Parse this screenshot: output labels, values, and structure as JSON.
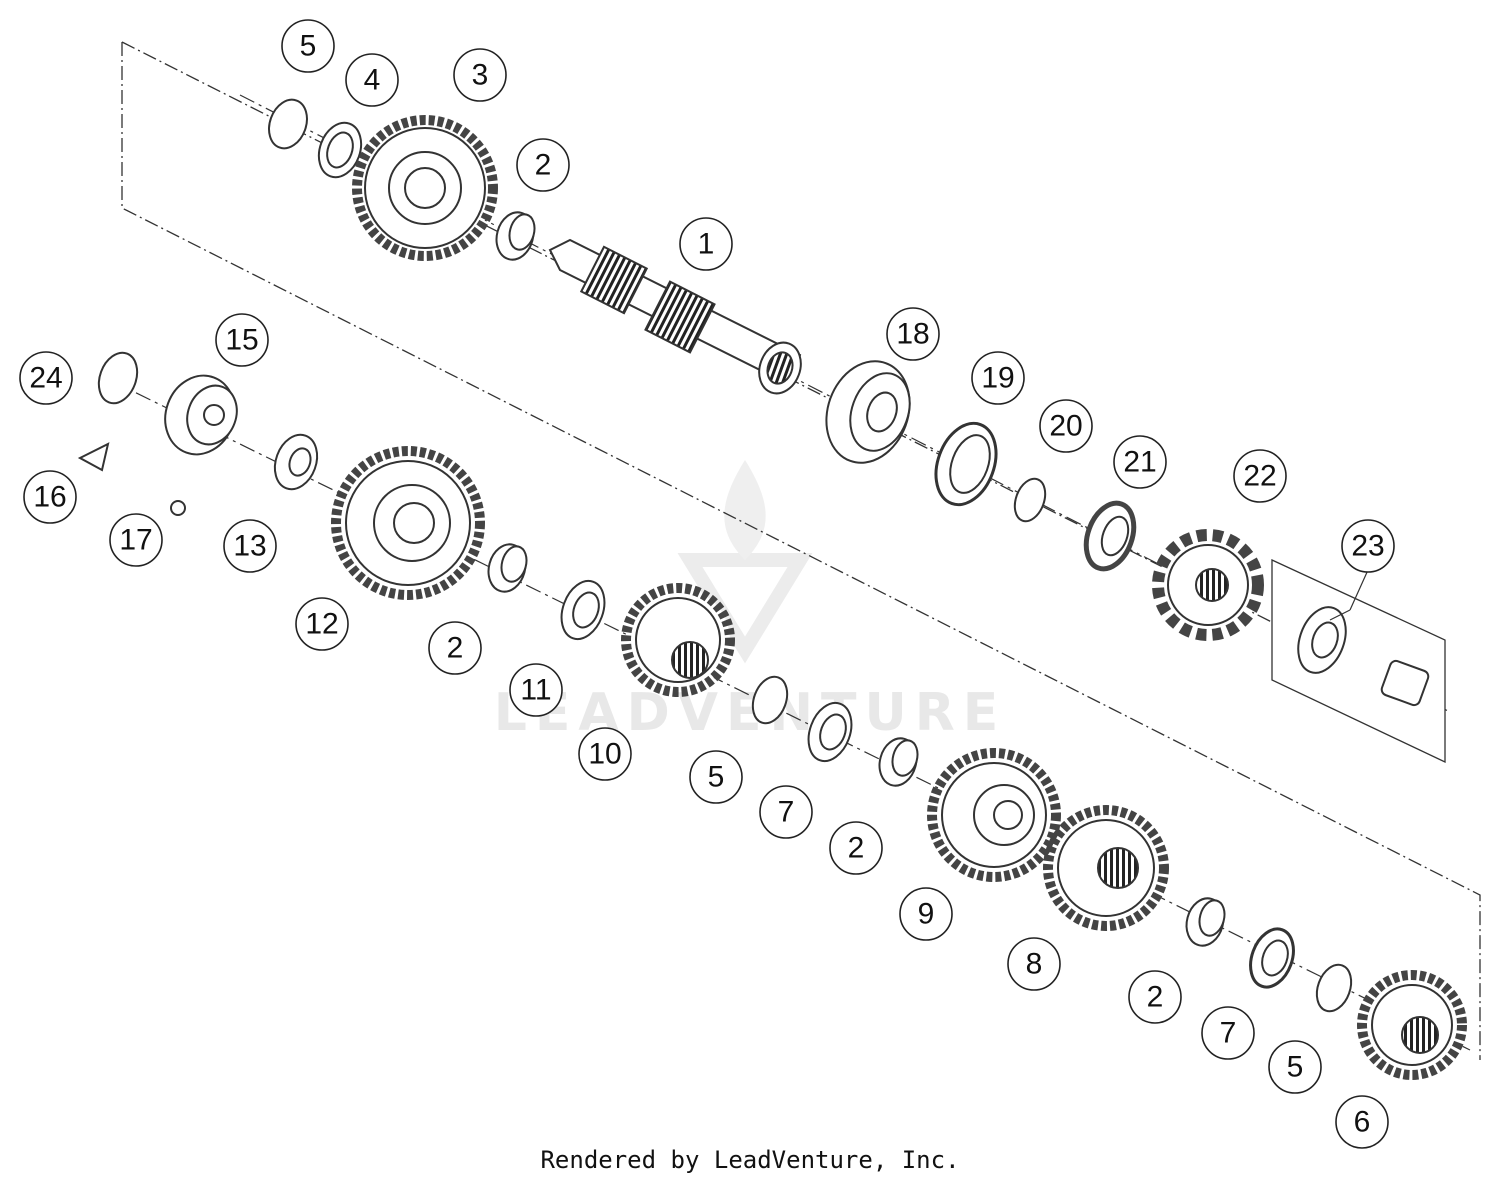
{
  "callouts": [
    {
      "id": "c5a",
      "label": "5"
    },
    {
      "id": "c4",
      "label": "4"
    },
    {
      "id": "c3",
      "label": "3"
    },
    {
      "id": "c2a",
      "label": "2"
    },
    {
      "id": "c1",
      "label": "1"
    },
    {
      "id": "c15",
      "label": "15"
    },
    {
      "id": "c24",
      "label": "24"
    },
    {
      "id": "c18",
      "label": "18"
    },
    {
      "id": "c19",
      "label": "19"
    },
    {
      "id": "c20",
      "label": "20"
    },
    {
      "id": "c21",
      "label": "21"
    },
    {
      "id": "c22",
      "label": "22"
    },
    {
      "id": "c23",
      "label": "23"
    },
    {
      "id": "c16",
      "label": "16"
    },
    {
      "id": "c17",
      "label": "17"
    },
    {
      "id": "c13",
      "label": "13"
    },
    {
      "id": "c12",
      "label": "12"
    },
    {
      "id": "c2b",
      "label": "2"
    },
    {
      "id": "c11",
      "label": "11"
    },
    {
      "id": "c10",
      "label": "10"
    },
    {
      "id": "c5b",
      "label": "5"
    },
    {
      "id": "c7a",
      "label": "7"
    },
    {
      "id": "c2c",
      "label": "2"
    },
    {
      "id": "c9",
      "label": "9"
    },
    {
      "id": "c8",
      "label": "8"
    },
    {
      "id": "c2d",
      "label": "2"
    },
    {
      "id": "c7b",
      "label": "7"
    },
    {
      "id": "c5c",
      "label": "5"
    },
    {
      "id": "c6",
      "label": "6"
    }
  ],
  "watermark": "LEADVENTURE",
  "footer": "Rendered by LeadVenture, Inc."
}
